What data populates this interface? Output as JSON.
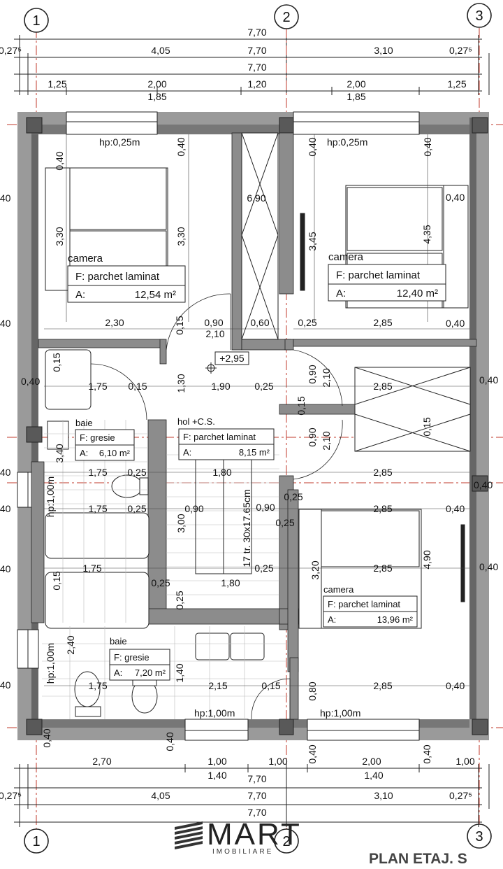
{
  "grid_axes": [
    "1",
    "2",
    "3"
  ],
  "dimensions_top": {
    "overall": "7,70",
    "row2": [
      "0,27⁵",
      "4,05",
      "7,70",
      "3,10",
      "0,27⁵"
    ],
    "row3": "7,70",
    "row4": [
      "1,25",
      "2,00",
      "1,20",
      "2,00",
      "1,25"
    ],
    "row4b": [
      "1,85",
      "1,85"
    ]
  },
  "dimensions_bottom": {
    "row1": [
      "2,70",
      "1,00",
      "1,00",
      "2,00",
      "1,00"
    ],
    "row1b": [
      "1,40",
      "7,70",
      "1,40"
    ],
    "row2": [
      "0,27⁵",
      "4,05",
      "7,70",
      "3,10",
      "0,27⁵"
    ],
    "row3": "7,70"
  },
  "dimensions_side_left": [
    ".40",
    ".40",
    "0,40",
    ",40",
    ",40",
    ",40",
    ",40"
  ],
  "dimensions_side_right": [
    "0,40",
    "0,40",
    "0,40"
  ],
  "interior_dims": {
    "d040": "0,40",
    "d330": "3,30",
    "d690": "6,90",
    "d345": "3,45",
    "d435": "4,35",
    "d230": "2,30",
    "d015": "0,15",
    "d090": "0,90",
    "d060": "0,60",
    "d025": "0,25",
    "d285": "2,85",
    "d210": "2,10",
    "d175": "1,75",
    "d130": "1,30",
    "d190": "1,90",
    "d340": "3,40",
    "d180": "1,80",
    "d300": "3,00",
    "d320": "3,20",
    "d490": "4,90",
    "d240": "2,40",
    "d140": "1,40",
    "d215": "2,15",
    "d080": "0,80",
    "stairs": "17 tr. 30x17.65cm",
    "level": "+2,95",
    "hp025": "hp:0,25m",
    "hp100": "hp:1,00m"
  },
  "rooms": [
    {
      "name": "camera",
      "floor": "F: parchet laminat",
      "area_label": "A:",
      "area": "12,54 m²"
    },
    {
      "name": "camera",
      "floor": "F: parchet laminat",
      "area_label": "A:",
      "area": "12,40 m²"
    },
    {
      "name": "baie",
      "floor": "F:    gresie",
      "area_label": "A:",
      "area": "6,10 m²"
    },
    {
      "name": "hol +C.S.",
      "floor": "F: parchet laminat",
      "area_label": "A:",
      "area": "8,15 m²"
    },
    {
      "name": "camera",
      "floor": "F: parchet laminat",
      "area_label": "A:",
      "area": "13,96 m²"
    },
    {
      "name": "baie",
      "floor": "F:    gresie",
      "area_label": "A:",
      "area": "7,20 m²"
    }
  ],
  "logo": {
    "word": "MART",
    "sub": "IMOBILIARE"
  },
  "footer_title": "PLAN ETAJ. S",
  "colors": {
    "wall": "#8c8c8c",
    "wall_dark": "#595959",
    "axis_red": "#c0392b",
    "line": "#222222"
  }
}
